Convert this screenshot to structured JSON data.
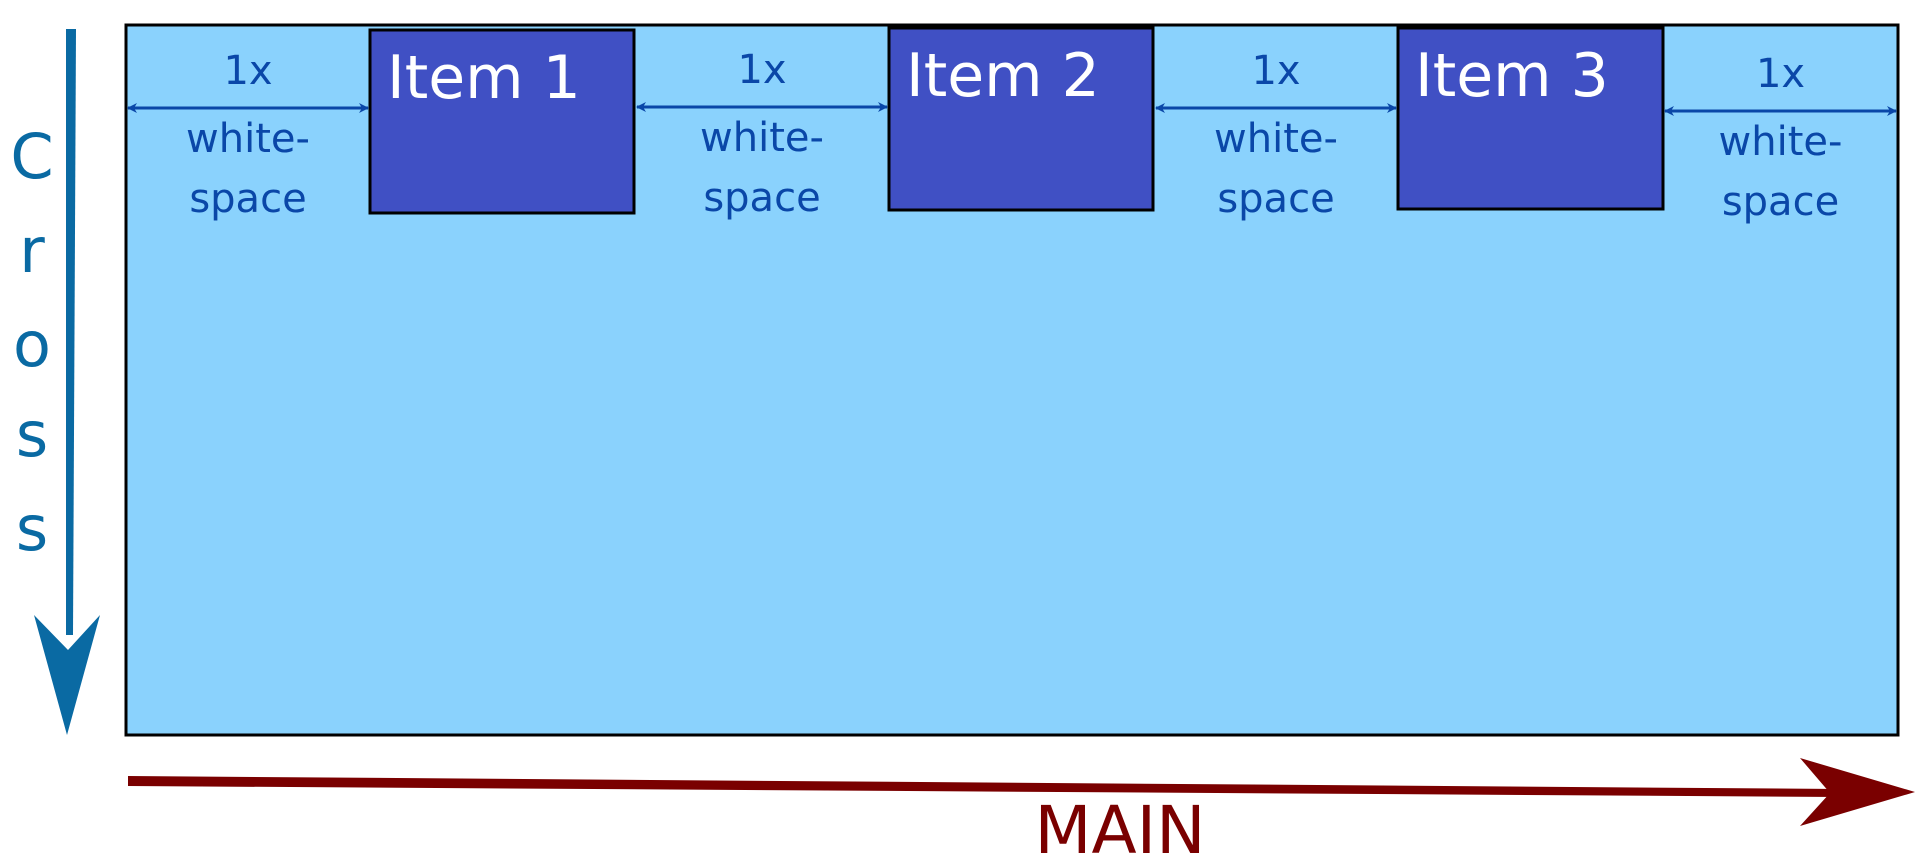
{
  "items": [
    "Item 1",
    "Item 2",
    "Item 3"
  ],
  "spacing_label": {
    "line1": "1x",
    "line2": "white-",
    "line3": "space"
  },
  "cross_axis": {
    "letters": [
      "C",
      "r",
      "o",
      "s",
      "s"
    ]
  },
  "main_axis": {
    "label": "MAIN"
  },
  "colors": {
    "container": "#8ad2fd",
    "item": "#4050c4",
    "cross_arrow": "#0a6aa3",
    "main_arrow": "#7a0000",
    "spacing_text": "#0a47a8"
  }
}
